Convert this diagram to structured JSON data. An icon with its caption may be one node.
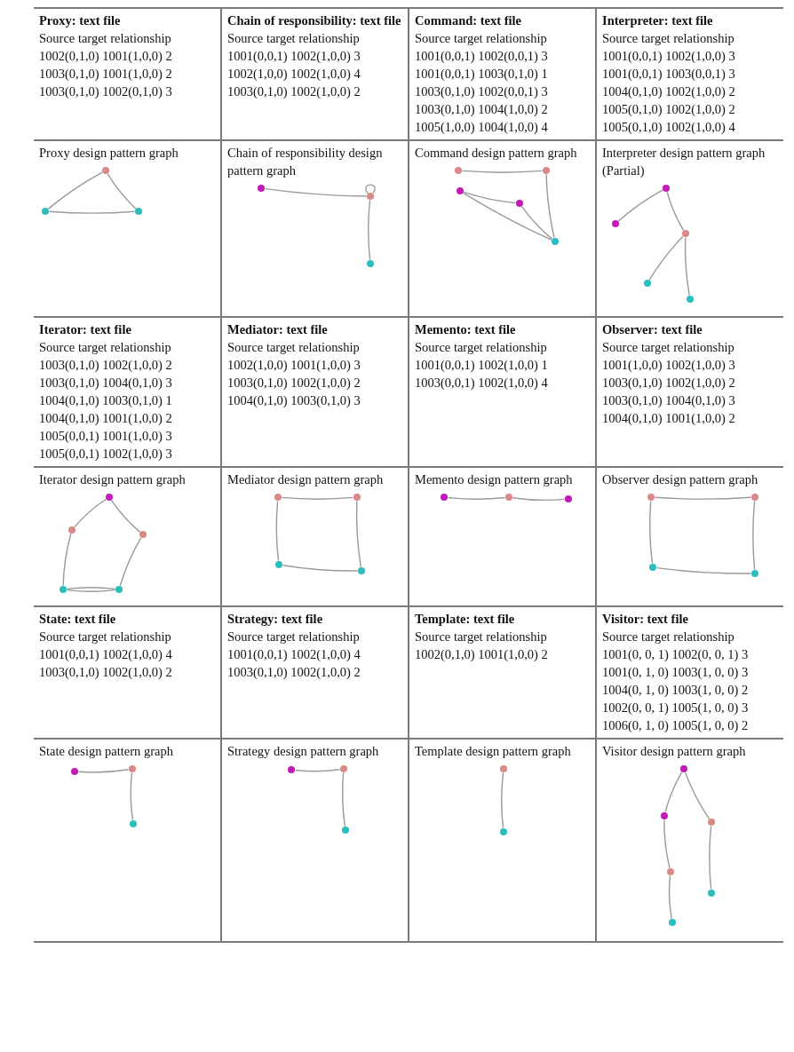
{
  "diagram": {
    "nodes": [
      {
        "text": [],
        "shape": "circle"
      },
      {
        "text": [],
        "shape": "circle"
      },
      {
        "text": [],
        "shape": "circle"
      },
      {
        "text": [],
        "shape": "circle"
      },
      {
        "text": [],
        "shape": "circle"
      },
      {
        "text": [],
        "shape": "circle"
      },
      {
        "text": [],
        "shape": "circle"
      },
      {
        "text": [],
        "shape": "circle"
      },
      {
        "text": [],
        "shape": "circle"
      },
      {
        "text": [],
        "shape": "circle"
      },
      {
        "text": [],
        "shape": "circle"
      },
      {
        "text": [],
        "shape": "circle"
      },
      {
        "text": [],
        "shape": "circle"
      },
      {
        "text": [],
        "shape": "circle"
      },
      {
        "text": [],
        "shape": "circle"
      },
      {
        "text": [],
        "shape": "circle"
      },
      {
        "text": [],
        "shape": "circle"
      },
      {
        "text": [],
        "shape": "circle"
      },
      {
        "text": [],
        "shape": "circle"
      },
      {
        "text": [],
        "shape": "circle"
      },
      {
        "text": [],
        "shape": "circle"
      },
      {
        "text": [],
        "shape": "circle"
      },
      {
        "text": [],
        "shape": "circle"
      },
      {
        "text": [],
        "shape": "circle"
      },
      {
        "text": [],
        "shape": "circle"
      },
      {
        "text": [],
        "shape": "circle"
      },
      {
        "text": [],
        "shape": "circle"
      },
      {
        "text": [],
        "shape": "circle"
      },
      {
        "text": [],
        "shape": "circle"
      },
      {
        "text": [],
        "shape": "circle"
      },
      {
        "text": [],
        "shape": "circle"
      },
      {
        "text": [],
        "shape": "circle"
      },
      {
        "text": [],
        "shape": "circle"
      },
      {
        "text": [],
        "shape": "circle"
      },
      {
        "text": [],
        "shape": "circle"
      },
      {
        "text": [],
        "shape": "circle"
      },
      {
        "text": [],
        "shape": "circle"
      },
      {
        "text": [],
        "shape": "circle"
      },
      {
        "text": [],
        "shape": "circle"
      },
      {
        "text": [],
        "shape": "circle"
      },
      {
        "text": [],
        "shape": "circle"
      },
      {
        "text": [],
        "shape": "circle"
      },
      {
        "text": [],
        "shape": "circle"
      },
      {
        "text": [],
        "shape": "circle"
      },
      {
        "text": [],
        "shape": "circle"
      },
      {
        "text": [],
        "shape": "circle"
      }
    ],
    "edges": [
      {
        "from": 0,
        "to": 1,
        "arrow": "none"
      },
      {
        "from": 0,
        "to": 2,
        "arrow": "none"
      },
      {
        "from": 1,
        "to": 2,
        "arrow": "none"
      },
      {
        "from": 3,
        "to": 4,
        "arrow": "none"
      },
      {
        "from": 4,
        "to": 4,
        "arrow": "none"
      },
      {
        "from": 4,
        "to": 5,
        "arrow": "none"
      },
      {
        "from": 6,
        "to": 7,
        "arrow": "none"
      },
      {
        "from": 7,
        "to": 10,
        "arrow": "none"
      },
      {
        "from": 8,
        "to": 9,
        "arrow": "none"
      },
      {
        "from": 8,
        "to": 10,
        "arrow": "none"
      },
      {
        "from": 9,
        "to": 10,
        "arrow": "none"
      },
      {
        "from": 11,
        "to": 12,
        "arrow": "none"
      },
      {
        "from": 11,
        "to": 13,
        "arrow": "none"
      },
      {
        "from": 13,
        "to": 14,
        "arrow": "none"
      },
      {
        "from": 13,
        "to": 15,
        "arrow": "none"
      },
      {
        "from": 16,
        "to": 17,
        "arrow": "none"
      },
      {
        "from": 16,
        "to": 18,
        "arrow": "none"
      },
      {
        "from": 17,
        "to": 19,
        "arrow": "none"
      },
      {
        "from": 18,
        "to": 20,
        "arrow": "none"
      },
      {
        "from": 19,
        "to": 20,
        "arrow": "none"
      },
      {
        "from": 20,
        "to": 19,
        "arrow": "none"
      },
      {
        "from": 21,
        "to": 22,
        "arrow": "none"
      },
      {
        "from": 21,
        "to": 23,
        "arrow": "none"
      },
      {
        "from": 22,
        "to": 24,
        "arrow": "none"
      },
      {
        "from": 23,
        "to": 24,
        "arrow": "none"
      },
      {
        "from": 25,
        "to": 26,
        "arrow": "none"
      },
      {
        "from": 26,
        "to": 27,
        "arrow": "none"
      },
      {
        "from": 28,
        "to": 29,
        "arrow": "none"
      },
      {
        "from": 28,
        "to": 30,
        "arrow": "none"
      },
      {
        "from": 29,
        "to": 31,
        "arrow": "none"
      },
      {
        "from": 30,
        "to": 31,
        "arrow": "none"
      },
      {
        "from": 32,
        "to": 33,
        "arrow": "none"
      },
      {
        "from": 33,
        "to": 34,
        "arrow": "none"
      },
      {
        "from": 35,
        "to": 36,
        "arrow": "none"
      },
      {
        "from": 36,
        "to": 37,
        "arrow": "none"
      },
      {
        "from": 38,
        "to": 39,
        "arrow": "none"
      },
      {
        "from": 40,
        "to": 41,
        "arrow": "none"
      },
      {
        "from": 40,
        "to": 42,
        "arrow": "none"
      },
      {
        "from": 41,
        "to": 43,
        "arrow": "none"
      },
      {
        "from": 42,
        "to": 44,
        "arrow": "none"
      },
      {
        "from": 43,
        "to": 45,
        "arrow": "none"
      }
    ],
    "labels": [
      "Proxy: text file",
      "Source target relationship",
      "1002(0,1,0) 1001(1,0,0) 2",
      "1003(0,1,0) 1001(1,0,0) 2",
      "1003(0,1,0) 1002(0,1,0) 3",
      "Chain of responsibility: text file",
      "Source target relationship",
      "1001(0,0,1) 1002(1,0,0) 3",
      "1002(1,0,0) 1002(1,0,0) 4",
      "1003(0,1,0) 1002(1,0,0) 2",
      "Command: text file",
      "Source target relationship",
      "1001(0,0,1) 1002(0,0,1) 3",
      "1001(0,0,1) 1003(0,1,0) 1",
      "1003(0,1,0) 1002(0,0,1) 3",
      "1003(0,1,0) 1004(1,0,0) 2",
      "1005(1,0,0) 1004(1,0,0) 4",
      "Interpreter: text file",
      "Source target relationship",
      "1001(0,0,1) 1002(1,0,0) 3",
      "1001(0,0,1) 1003(0,0,1) 3",
      "1004(0,1,0) 1002(1,0,0) 2",
      "1005(0,1,0) 1002(1,0,0) 2",
      "1005(0,1,0) 1002(1,0,0) 4",
      "Proxy design pattern graph",
      "Chain of responsibility design pattern graph",
      "Command design pattern graph",
      "Interpreter design pattern graph (Partial)",
      "Iterator: text file",
      "Source target relationship",
      "1003(0,1,0) 1002(1,0,0) 2",
      "1003(0,1,0) 1004(0,1,0) 3",
      "1004(0,1,0) 1003(0,1,0) 1",
      "1004(0,1,0) 1001(1,0,0) 2",
      "1005(0,0,1) 1001(1,0,0) 3",
      "1005(0,0,1) 1002(1,0,0) 3",
      "Mediator: text file",
      "Source target relationship",
      "1002(1,0,0) 1001(1,0,0) 3",
      "1003(0,1,0) 1002(1,0,0) 2",
      "1004(0,1,0) 1003(0,1,0) 3",
      "Memento: text file",
      "Source target relationship",
      "1001(0,0,1) 1002(1,0,0) 1",
      "1003(0,0,1) 1002(1,0,0) 4",
      "Observer: text file",
      "Source target relationship",
      "1001(1,0,0) 1002(1,0,0) 3",
      "1003(0,1,0) 1002(1,0,0) 2",
      "1003(0,1,0) 1004(0,1,0) 3",
      "1004(0,1,0) 1001(1,0,0) 2",
      "Iterator design pattern graph",
      "Mediator design pattern graph",
      "Memento design pattern graph",
      "Observer design pattern graph",
      "State: text file",
      "Source target relationship",
      "1001(0,0,1) 1002(1,0,0) 4",
      "1003(0,1,0) 1002(1,0,0) 2",
      "Strategy: text file",
      "Source target relationship",
      "1001(0,0,1) 1002(1,0,0) 4",
      "1003(0,1,0) 1002(1,0,0) 2",
      "Template: text file",
      "Source target relationship",
      "1002(0,1,0) 1001(1,0,0) 2",
      "Visitor: text file",
      "Source target relationship",
      "1001(0, 0, 1) 1002(0, 0, 1) 3",
      "1001(0, 1, 0) 1003(1, 0, 0) 3",
      "1004(0, 1, 0) 1003(1, 0, 0) 2",
      "1002(0, 0, 1) 1005(1, 0, 0) 3",
      "1006(0, 1, 0) 1005(1, 0, 0) 2",
      "State design pattern graph",
      "Strategy design pattern graph",
      "Template design pattern graph",
      "Visitor design pattern graph"
    ]
  }
}
